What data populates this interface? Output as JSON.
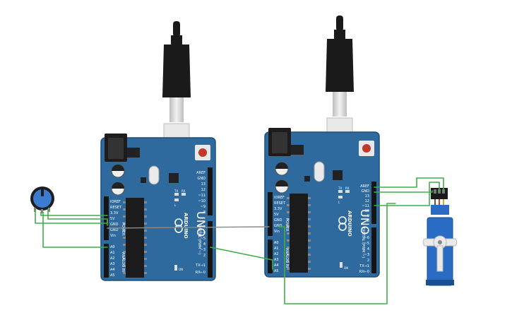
{
  "boards": [
    {
      "brand": "ARDUINO",
      "model": "UNO",
      "header_power": [
        "IOREF",
        "RESET",
        "3.3V",
        "5V",
        "GND",
        "GND",
        "Vin"
      ],
      "header_analog": [
        "A0",
        "A1",
        "A2",
        "A3",
        "A4",
        "A5"
      ],
      "header_digital_top": [
        "AREF",
        "GND",
        "13",
        "12",
        "~11",
        "~10",
        "~9",
        "8"
      ],
      "header_digital_bottom": [
        "7",
        "~6",
        "~5",
        "4",
        "~3",
        "2",
        "TX→1",
        "RX←0"
      ],
      "power_label": "POWER",
      "analog_label": "ANALOG IN",
      "digital_label": "DIGITAL (PWM ~)",
      "on_label": "ON",
      "tx_label": "TX",
      "rx_label": "RX",
      "l_label": "L"
    },
    {
      "brand": "ARDUINO",
      "model": "UNO",
      "header_power": [
        "IOREF",
        "RESET",
        "3.3V",
        "5V",
        "GND",
        "GND",
        "Vin"
      ],
      "header_analog": [
        "A0",
        "A1",
        "A2",
        "A3",
        "A4",
        "A5"
      ],
      "header_digital_top": [
        "AREF",
        "GND",
        "13",
        "12",
        "~11",
        "~10",
        "~9",
        "8"
      ],
      "header_digital_bottom": [
        "7",
        "~6",
        "~5",
        "4",
        "~3",
        "2",
        "TX→1",
        "RX←0"
      ],
      "power_label": "POWER",
      "analog_label": "ANALOG IN",
      "digital_label": "DIGITAL (PWM ~)",
      "on_label": "ON",
      "tx_label": "TX",
      "rx_label": "RX",
      "l_label": "L"
    }
  ],
  "colors": {
    "board": "#2e6a9e",
    "board_edge": "#1f4f7a",
    "wire_green": "#3fae49",
    "wire_gray": "#8a8a8a",
    "pot_knob": "#3b7bd0",
    "servo_body": "#2a6bc4",
    "usb_black": "#1a1a1a",
    "usb_metal": "#d9d9d9"
  },
  "components": {
    "potentiometer": "potentiometer-icon",
    "servo": "servo-motor-icon",
    "usb_cable": "usb-cable-icon"
  }
}
